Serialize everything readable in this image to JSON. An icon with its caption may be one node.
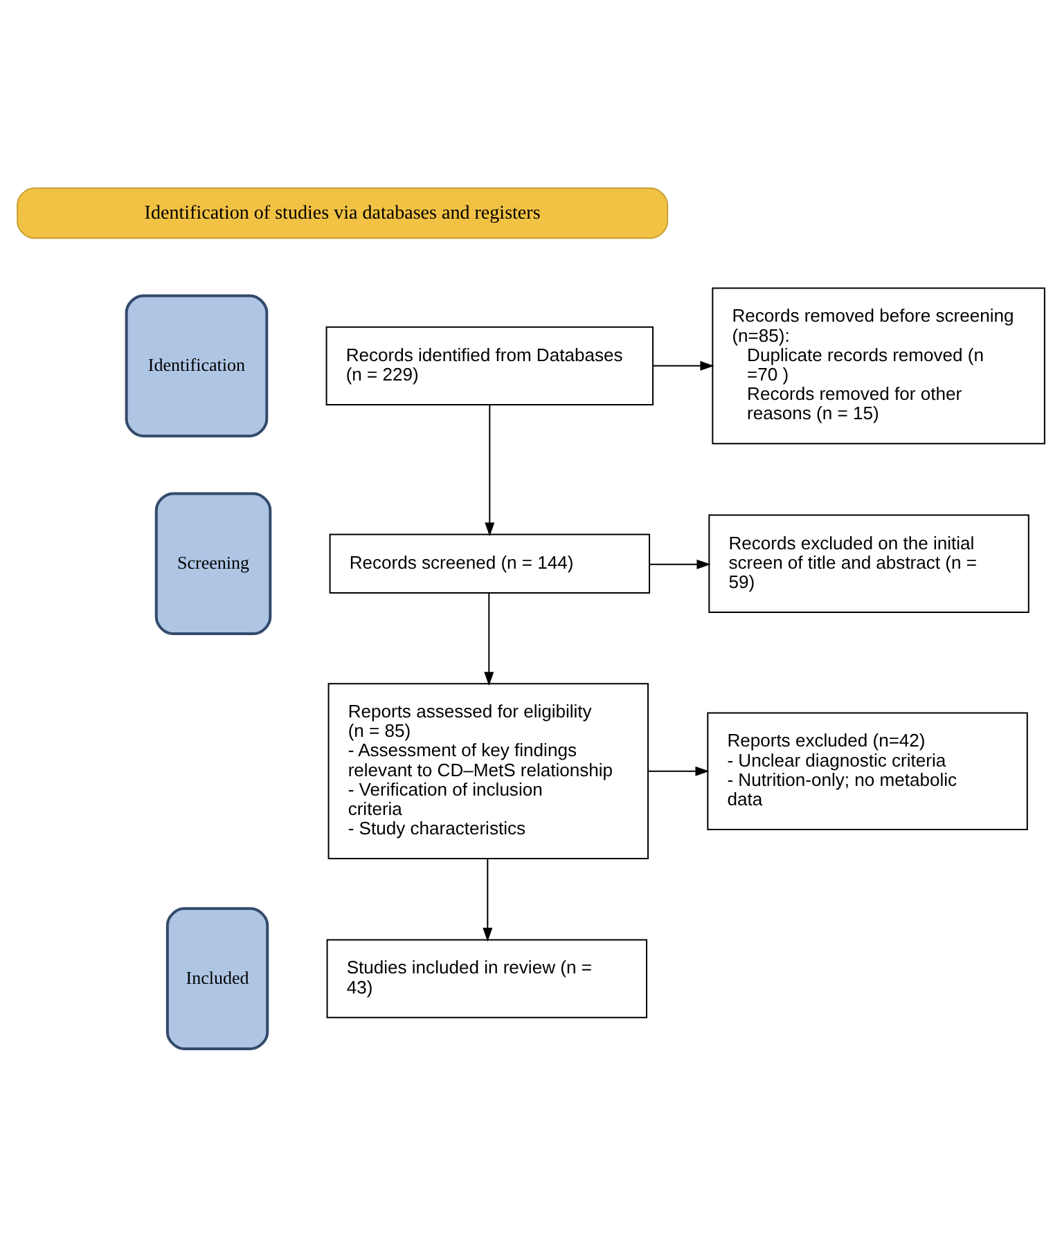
{
  "diagram": {
    "nodes": [
      {
        "text": [
          "Identification of studies via databases and registers"
        ]
      },
      {
        "text": [
          "Identification"
        ]
      },
      {
        "text": [
          "Records identified from Databases (n = 229)"
        ]
      },
      {
        "text": [
          "Records removed before screening (n=85):",
          "Duplicate records removed (n =70 )",
          "Records removed for other reasons (n = 15)"
        ]
      },
      {
        "text": [
          "Screening"
        ]
      },
      {
        "text": [
          "Records screened (n = 144)"
        ]
      },
      {
        "text": [
          "Records excluded on the initial screen of title and abstract (n = 59)"
        ]
      },
      {
        "text": [
          "Reports assessed for eligibility (n = 85)",
          "- Assessment of key findings relevant to CD–MetS relationship",
          "- Verification of inclusion criteria",
          "- Study characteristics"
        ]
      },
      {
        "text": [
          "Reports excluded (n=42)",
          "- Unclear diagnostic criteria",
          "- Nutrition-only; no metabolic data"
        ]
      },
      {
        "text": [
          "Included"
        ]
      },
      {
        "text": [
          "Studies included in review (n = 43)"
        ]
      }
    ],
    "edges": [
      {
        "from": 2,
        "to": 3,
        "arrow": "to"
      },
      {
        "from": 2,
        "to": 5,
        "arrow": "to"
      },
      {
        "from": 5,
        "to": 6,
        "arrow": "to"
      },
      {
        "from": 5,
        "to": 7,
        "arrow": "to"
      },
      {
        "from": 7,
        "to": 8,
        "arrow": "to"
      },
      {
        "from": 7,
        "to": 10,
        "arrow": "to"
      }
    ]
  }
}
